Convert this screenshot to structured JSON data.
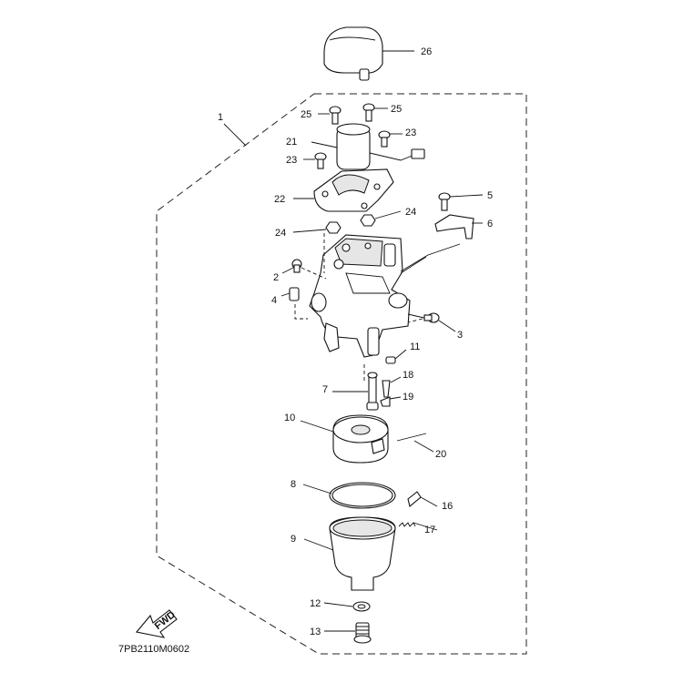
{
  "diagram": {
    "drawing_code": "7PB2110M0602",
    "fwd_label": "FWD",
    "callouts": {
      "c1": "1",
      "c2": "2",
      "c3": "3",
      "c4": "4",
      "c5": "5",
      "c6": "6",
      "c7": "7",
      "c8": "8",
      "c9": "9",
      "c10": "10",
      "c11": "11",
      "c12": "12",
      "c13": "13",
      "c16": "16",
      "c17": "17",
      "c18": "18",
      "c19": "19",
      "c20": "20",
      "c21": "21",
      "c22": "22",
      "c23a": "23",
      "c23b": "23",
      "c24a": "24",
      "c24b": "24",
      "c25a": "25",
      "c25b": "25",
      "c26": "26"
    }
  }
}
